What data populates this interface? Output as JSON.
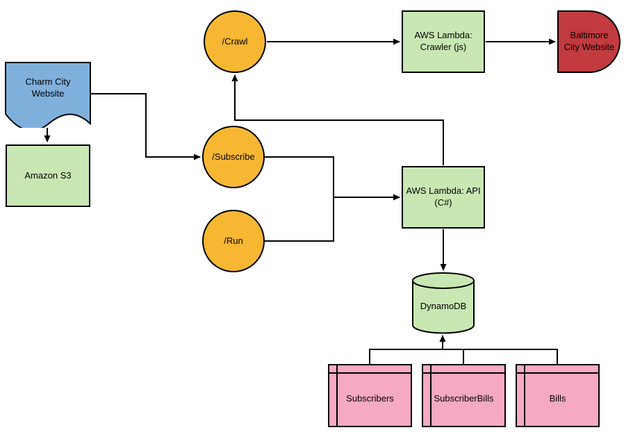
{
  "colors": {
    "blue": "#7FB0DC",
    "green": "#C9E7B3",
    "orange": "#F7B733",
    "red": "#C13B3F",
    "pink": "#F5A9C2",
    "line": "#000000"
  },
  "nodes": {
    "charm_city": {
      "line1": "Charm City",
      "line2": "Website"
    },
    "amazon_s3": {
      "label": "Amazon S3"
    },
    "crawl": {
      "label": "/Crawl"
    },
    "subscribe": {
      "label": "/Subscribe"
    },
    "run": {
      "label": "/Run"
    },
    "lambda_crawler": {
      "line1": "AWS Lambda:",
      "line2": "Crawler (js)"
    },
    "baltimore": {
      "line1": "Baltimore",
      "line2": "City Website"
    },
    "lambda_api": {
      "line1": "AWS Lambda: API",
      "line2": "(C#)"
    },
    "dynamodb": {
      "label": "DynamoDB"
    },
    "tables": {
      "subscribers": {
        "label": "Subscribers"
      },
      "subscriber_bills": {
        "label": "SubscriberBills"
      },
      "bills": {
        "label": "Bills"
      }
    }
  }
}
